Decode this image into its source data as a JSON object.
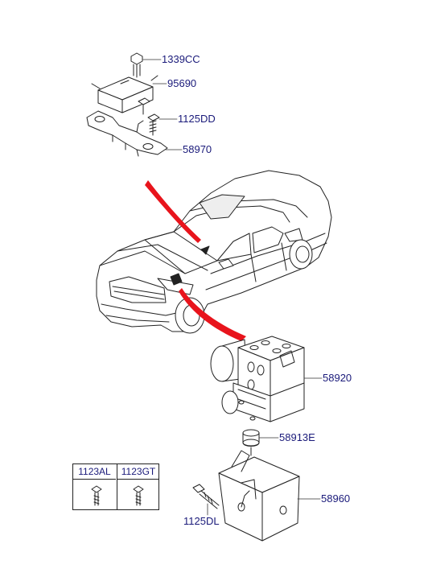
{
  "labels": {
    "p1339cc": "1339CC",
    "p95690": "95690",
    "p1125dd": "1125DD",
    "p58970": "58970",
    "p58920": "58920",
    "p58913e": "58913E",
    "p58960": "58960",
    "p1125dl": "1125DL"
  },
  "table": {
    "col1": "1123AL",
    "col2": "1123GT"
  },
  "colors": {
    "label": "#1a1a7a",
    "arrow": "#e8141c",
    "line": "#222222"
  }
}
